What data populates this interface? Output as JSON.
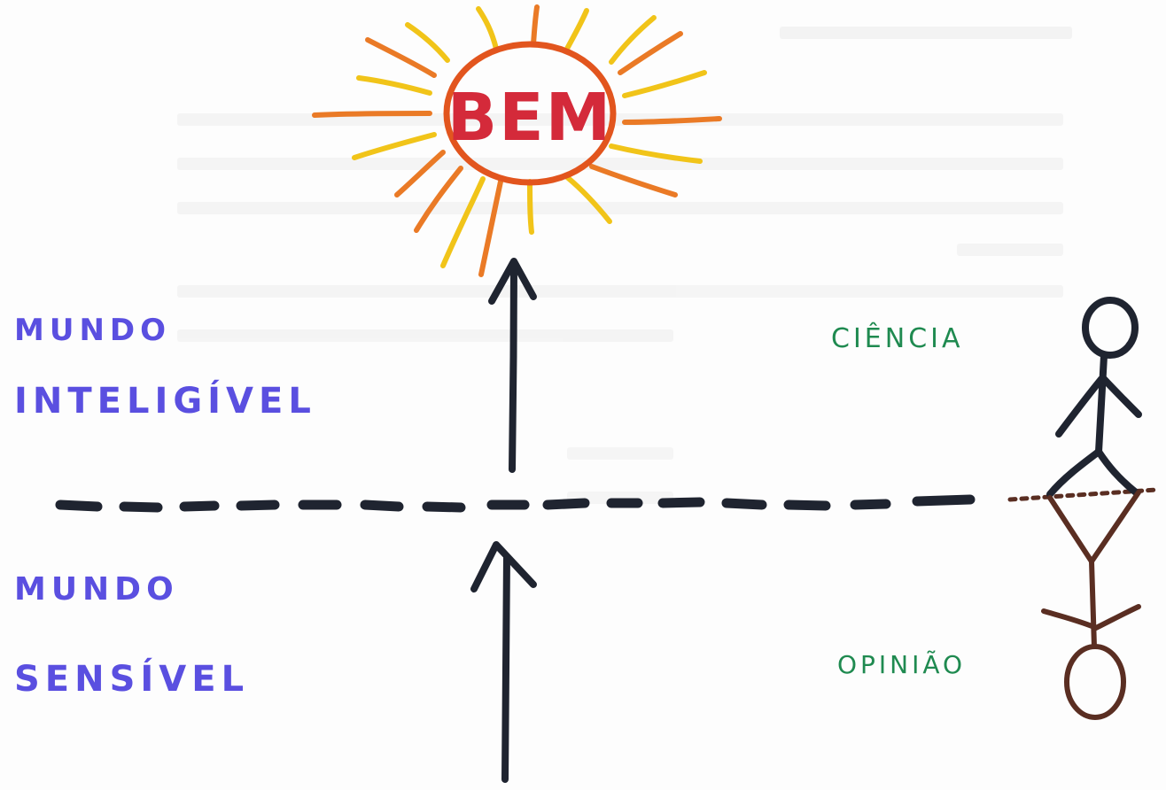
{
  "labels": {
    "sun_center": "BEM",
    "upper_world_line1": "MUNDO",
    "upper_world_line2": "INTELIGÍVEL",
    "lower_world_line1": "MUNDO",
    "lower_world_line2": "SENSÍVEL",
    "upper_knowledge": "CIÊNCIA",
    "lower_knowledge": "OPINIÃO"
  },
  "colors": {
    "world_labels": "#5a4fe0",
    "knowledge_labels": "#1f8a50",
    "ink_black": "#1f2430",
    "stick_figure_lower": "#5a2e22",
    "sun_outline": "#e2551e",
    "sun_text": "#d42a3a",
    "sun_ray_yellow": "#f1c419",
    "sun_ray_orange": "#ea7a26"
  }
}
